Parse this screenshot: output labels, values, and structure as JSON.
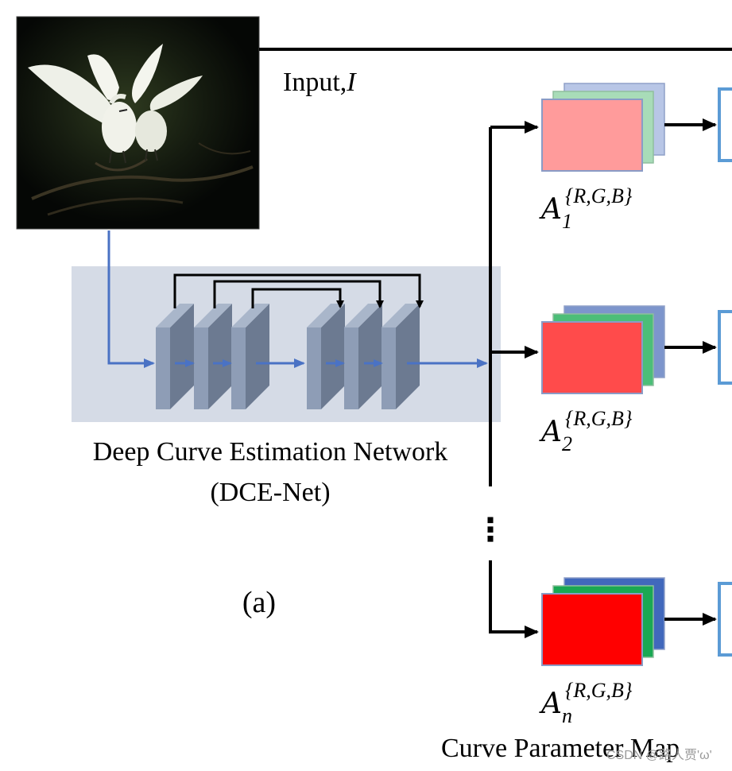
{
  "input_label": {
    "text": "Input,",
    "var": "I"
  },
  "network": {
    "title": "Deep Curve Estimation Network",
    "abbr": "(DCE-Net)"
  },
  "panel_label": "(a)",
  "maps": [
    {
      "base": "A",
      "sub": "1",
      "sup": "{R,G,B}",
      "colors": {
        "front": "#ff9b9b",
        "mid": "#a8dcb8",
        "back": "#b8c6e6"
      }
    },
    {
      "base": "A",
      "sub": "2",
      "sup": "{R,G,B}",
      "colors": {
        "front": "#ff4b4b",
        "mid": "#4cbe78",
        "back": "#7d95cc"
      }
    },
    {
      "base": "A",
      "sub": "n",
      "sup": "{R,G,B}",
      "colors": {
        "front": "#ff0000",
        "mid": "#1aa853",
        "back": "#4168bc"
      }
    }
  ],
  "ellipsis": "⋮",
  "curve_map_caption": "Curve Parameter Map",
  "watermark": "CSDN @路人贾'ω'",
  "colors": {
    "network_bg": "#d5dbe6",
    "layer_front": "#8e9db6",
    "layer_side": "#6c7a91",
    "layer_top": "#a9b6ca",
    "blue_arrow": "#4a72c4",
    "output_box": "#5b9bd5"
  }
}
